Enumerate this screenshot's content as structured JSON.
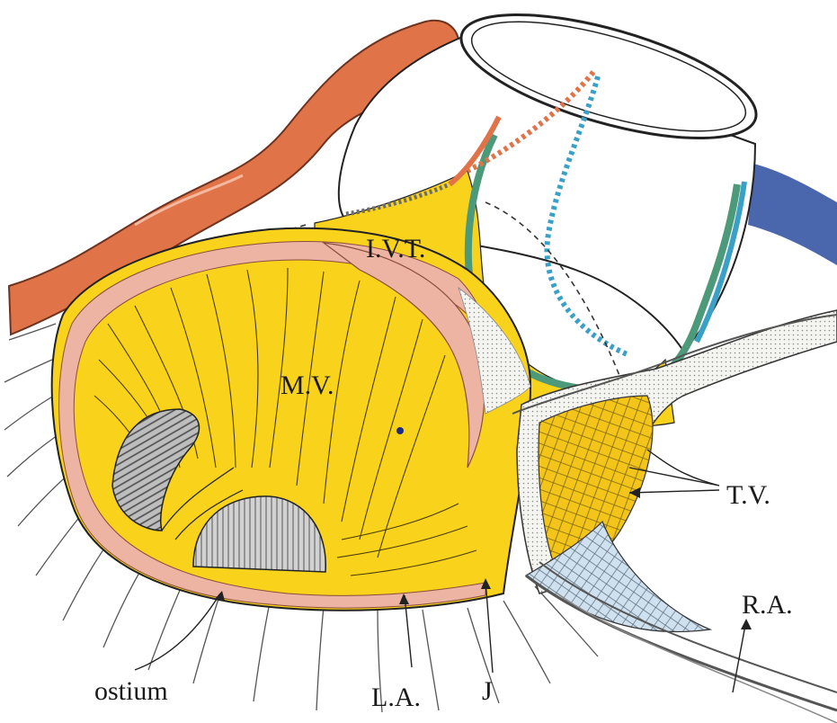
{
  "labels": {
    "ivt": "I.V.T.",
    "mv": "M.V.",
    "tv": "T.V.",
    "ra": "R.A.",
    "ostium": "ostium",
    "la": "L.A.",
    "j": "J"
  },
  "colors": {
    "background": "#ffffff",
    "yellow_tissue": "#f9d21c",
    "pink_rim": "#edb4a4",
    "orange_vessel": "#e07348",
    "blue_vessel": "#4a66ad",
    "green_line": "#4c9a7a",
    "teal_line": "#3aa0c5",
    "hatch_grey": "#a9a9a9",
    "light_blue_mesh": "#c8dcee",
    "outline": "#222222"
  }
}
